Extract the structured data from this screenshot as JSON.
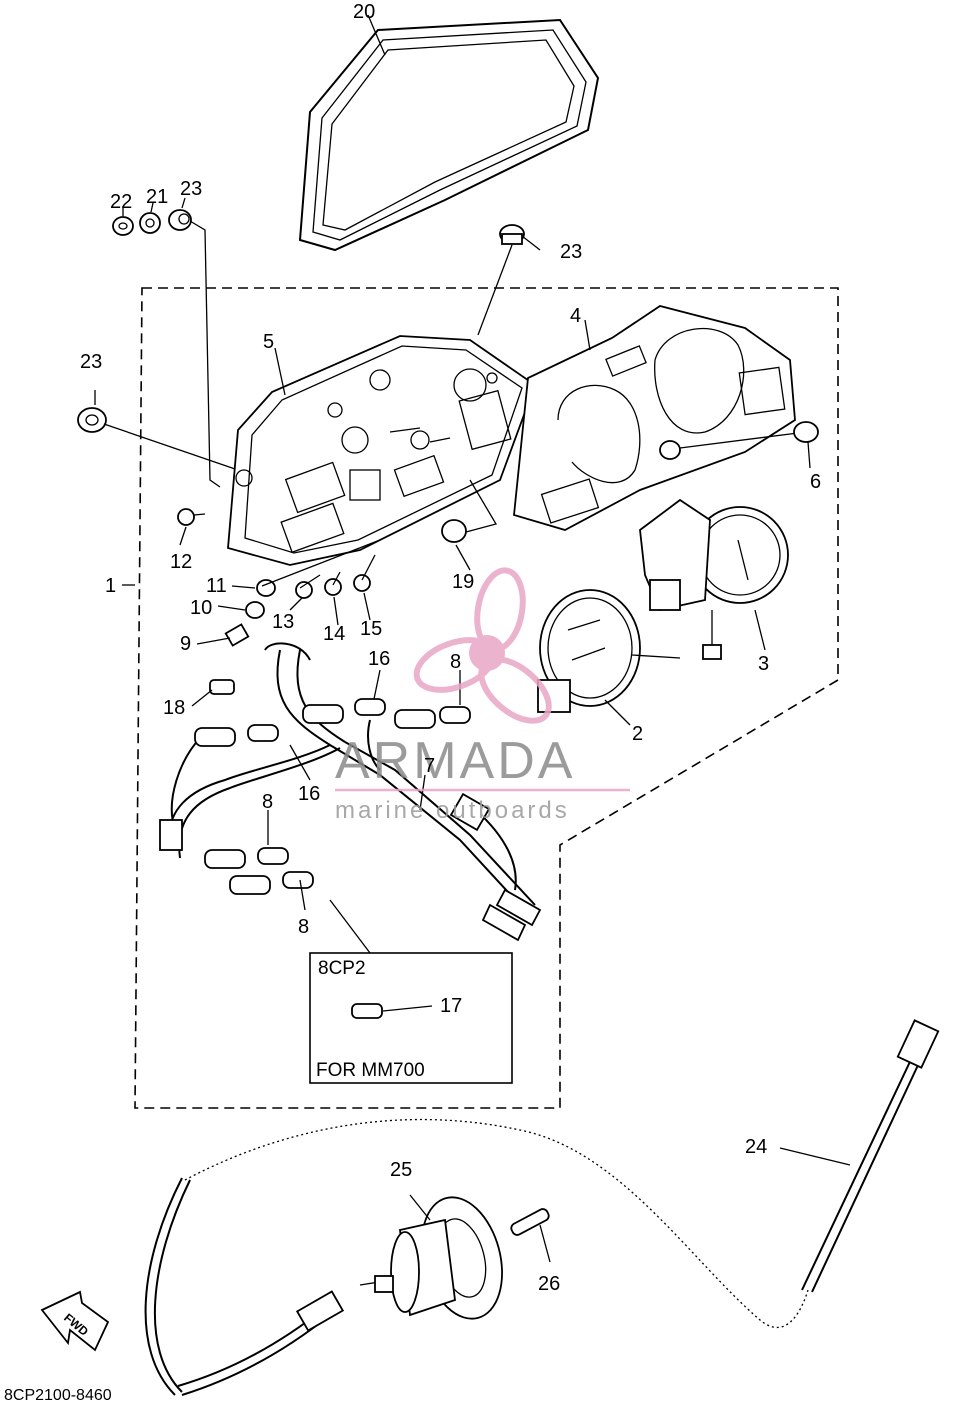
{
  "diagram": {
    "part_code": "8CP2100-8460",
    "callouts": {
      "p1": "1",
      "p2": "2",
      "p3": "3",
      "p4": "4",
      "p5": "5",
      "p6": "6",
      "p7": "7",
      "p8": "8",
      "p9": "9",
      "p10": "10",
      "p11": "11",
      "p12": "12",
      "p13": "13",
      "p14": "14",
      "p15": "15",
      "p16": "16",
      "p17": "17",
      "p18": "18",
      "p19": "19",
      "p20": "20",
      "p21": "21",
      "p22": "22",
      "p23": "23",
      "p24": "24",
      "p25": "25",
      "p26": "26"
    },
    "inset_box": {
      "model": "8CP2",
      "note": "FOR MM700"
    },
    "direction_arrow": "FWD"
  },
  "watermark": {
    "brand": "ARMADA",
    "tagline": "marine outboards",
    "colors": {
      "logo": "#e9a6c6",
      "text": "#8a8a8a"
    }
  }
}
